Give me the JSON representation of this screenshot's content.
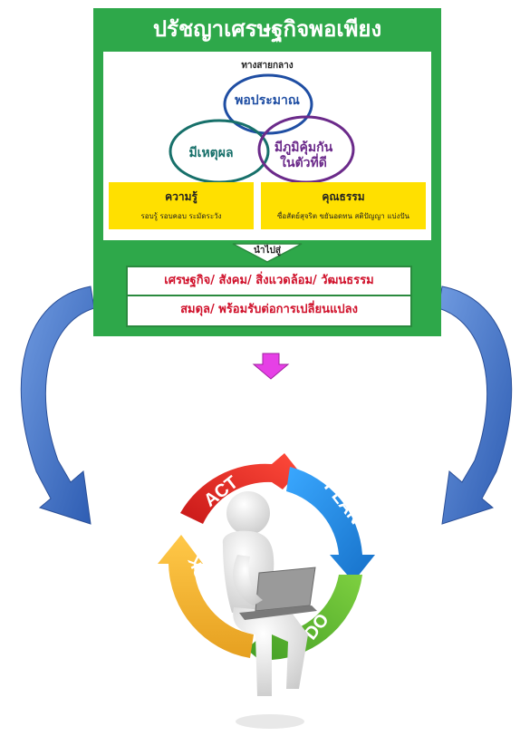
{
  "panel": {
    "title": "ปรัชญาเศรษฐกิจพอเพียง",
    "subtitle": "ทางสายกลาง",
    "circles": {
      "middle": "พอประมาณ",
      "reason": "มีเหตุผล",
      "immunity": "มีภูมิคุ้มกัน\nในตัวที่ดี"
    },
    "knowledge": {
      "title": "ความรู้",
      "detail": "รอบรู้ รอบคอบ ระมัดระวัง"
    },
    "virtue": {
      "title": "คุณธรรม",
      "detail": "ซื่อสัตย์สุจริต ขยันอดทน สติปัญญา แบ่งปัน"
    },
    "lead_to": "นำไปสู่",
    "outcomes": [
      "เศรษฐกิจ/ สังคม/ สิ่งแวดล้อม/ วัฒนธรรม",
      "สมดุล/ พร้อมรับต่อการเปลี่ยนแปลง"
    ]
  },
  "cycle": {
    "segments": [
      "ACT",
      "PLAN",
      "DO",
      "CHECK"
    ],
    "colors": {
      "act": "#e02a2a",
      "plan": "#1f8fe0",
      "do": "#5cb82e",
      "check": "#f0a020"
    }
  },
  "colors": {
    "green": "#2ea84a",
    "yellow": "#ffe000",
    "red_text": "#d0112b",
    "blue_arrow": "#3d6fc4",
    "magenta_arrow": "#e040e0"
  }
}
